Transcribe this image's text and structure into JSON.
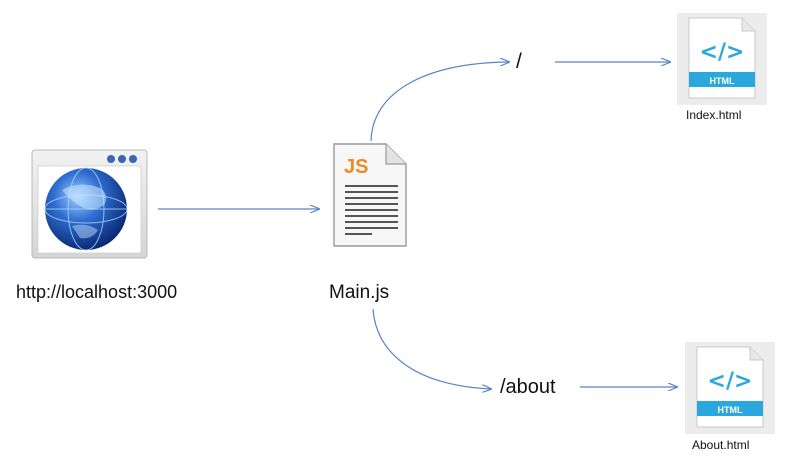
{
  "nodes": {
    "browser": {
      "label": "http://localhost:3000",
      "icon": "browser-globe-icon"
    },
    "main": {
      "label": "Main.js",
      "badge": "JS",
      "icon": "javascript-file-icon"
    },
    "route_root": {
      "label": "/"
    },
    "route_about": {
      "label": "/about"
    },
    "index_file": {
      "label": "Index.html",
      "badge": "HTML",
      "glyph": "</>",
      "icon": "html-file-icon"
    },
    "about_file": {
      "label": "About.html",
      "badge": "HTML",
      "glyph": "</>",
      "icon": "html-file-icon"
    }
  },
  "colors": {
    "arrow": "#5b84c8",
    "js_badge": "#ee8a1f",
    "html_accent": "#2aa7dc",
    "globe": "#1f4fa8"
  }
}
